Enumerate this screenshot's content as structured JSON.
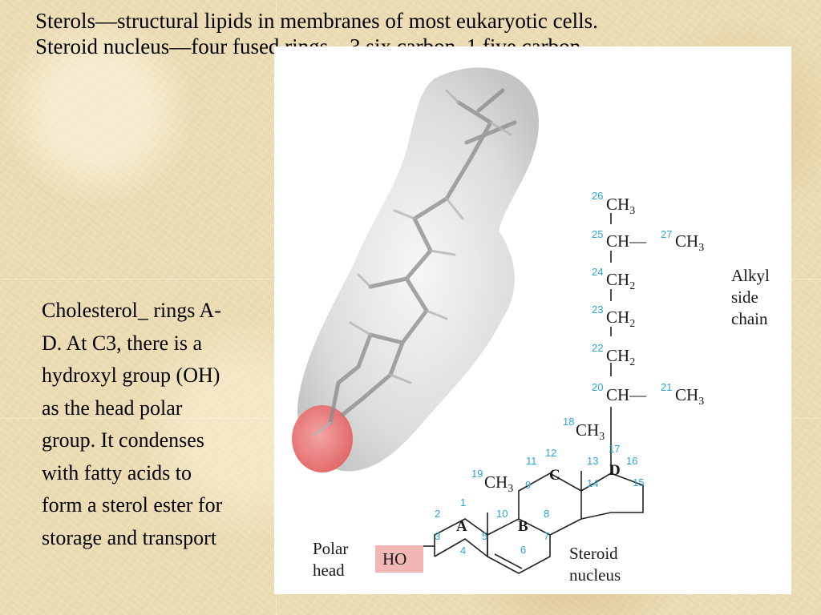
{
  "heading": {
    "line1": "Sterols—structural lipids in membranes of most eukaryotic cells.",
    "line2": "Steroid nucleus—four fused rings—3 six carbon, 1 five carbon."
  },
  "body": {
    "lines": [
      "Cholesterol_ rings A-",
      "D.  At C3, there is a",
      "hydroxyl group (OH)",
      "as the head polar",
      "group.  It condenses",
      "with fatty acids to",
      "form a sterol ester for",
      "storage and transport"
    ]
  },
  "diagram": {
    "alkyl_label": [
      "Alkyl",
      "side",
      "chain"
    ],
    "polar_label": [
      "Polar",
      "head"
    ],
    "nucleus_label": [
      "Steroid",
      "nucleus"
    ],
    "ho": "HO",
    "ring_labels": [
      "A",
      "B",
      "C",
      "D"
    ],
    "side_chain": [
      {
        "num": "26",
        "group": "CH",
        "sub": "3"
      },
      {
        "num": "25",
        "group": "CH—",
        "branch_num": "27",
        "branch": "CH",
        "branch_sub": "3"
      },
      {
        "num": "24",
        "group": "CH",
        "sub": "2"
      },
      {
        "num": "23",
        "group": "CH",
        "sub": "2"
      },
      {
        "num": "22",
        "group": "CH",
        "sub": "2"
      },
      {
        "num": "20",
        "group": "CH—",
        "branch_num": "21",
        "branch": "CH",
        "branch_sub": "3"
      }
    ],
    "methyl_18": {
      "num": "18",
      "group": "CH",
      "sub": "3"
    },
    "methyl_19": {
      "num": "19",
      "group": "CH",
      "sub": "3"
    },
    "carbon_numbers": [
      "1",
      "2",
      "3",
      "4",
      "5",
      "6",
      "7",
      "8",
      "9",
      "10",
      "11",
      "12",
      "13",
      "14",
      "15",
      "16",
      "17"
    ],
    "colors": {
      "number_blue": "#2aa6d6",
      "ho_highlight": "#f2b6b6",
      "oxygen_red": "#e86a6a"
    }
  }
}
